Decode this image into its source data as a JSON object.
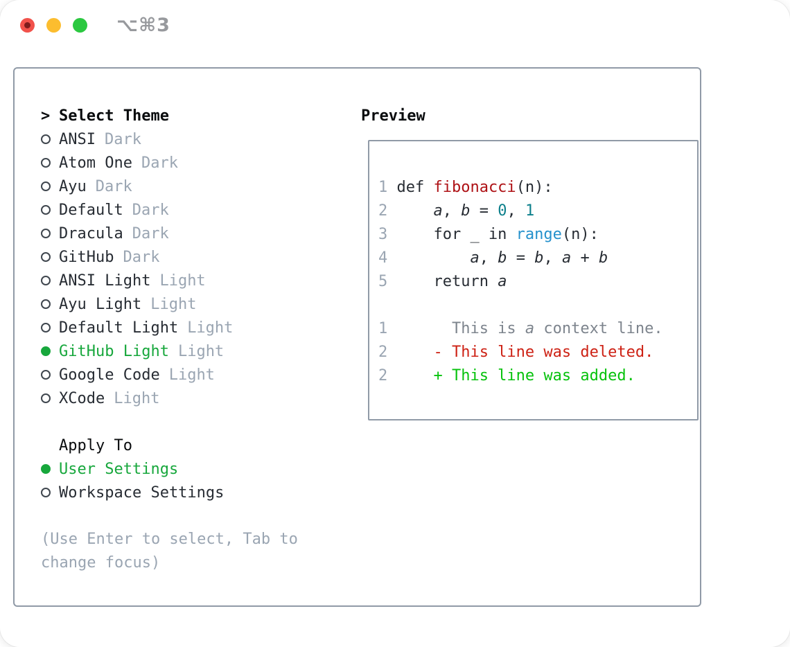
{
  "window": {
    "title": "⌥⌘3"
  },
  "colors": {
    "traffic_red": "#f1524b",
    "traffic_red_dot": "#7e1c1c",
    "traffic_yellow": "#fcbd2f",
    "traffic_green": "#2bc840",
    "title_gray": "#97999d",
    "border_gray": "#909aa7",
    "header_black": "#0a0c0e",
    "text_dark": "#272c33",
    "muted_gray": "#9aa5b2",
    "context_gray": "#7d848d",
    "radio_ring": "#3f464e",
    "selected_green": "#17a73c",
    "added_green": "#06c20c",
    "deleted_red": "#cd2114",
    "function_red": "#ae1115",
    "number_teal": "#0c7f8b",
    "builtin_blue": "#2591cc"
  },
  "theme_section": {
    "header_prefix": ">",
    "header": "Select Theme",
    "items": [
      {
        "name": "ANSI",
        "variant": "Dark",
        "selected": false
      },
      {
        "name": "Atom One",
        "variant": "Dark",
        "selected": false
      },
      {
        "name": "Ayu",
        "variant": "Dark",
        "selected": false
      },
      {
        "name": "Default",
        "variant": "Dark",
        "selected": false
      },
      {
        "name": "Dracula",
        "variant": "Dark",
        "selected": false
      },
      {
        "name": "GitHub",
        "variant": "Dark",
        "selected": false
      },
      {
        "name": "ANSI Light",
        "variant": "Light",
        "selected": false
      },
      {
        "name": "Ayu Light",
        "variant": "Light",
        "selected": false
      },
      {
        "name": "Default Light",
        "variant": "Light",
        "selected": false
      },
      {
        "name": "GitHub Light",
        "variant": "Light",
        "selected": true
      },
      {
        "name": "Google Code",
        "variant": "Light",
        "selected": false
      },
      {
        "name": "XCode",
        "variant": "Light",
        "selected": false
      }
    ]
  },
  "apply_section": {
    "header": "Apply To",
    "items": [
      {
        "name": "User Settings",
        "selected": true
      },
      {
        "name": "Workspace Settings",
        "selected": false
      }
    ]
  },
  "hint": "(Use Enter to select, Tab to change focus)",
  "preview": {
    "header": "Preview",
    "code_lines": [
      {
        "num": "1",
        "segments": [
          {
            "text": "def ",
            "style": "plain"
          },
          {
            "text": "fibonacci",
            "style": "function"
          },
          {
            "text": "(n):",
            "style": "plain"
          }
        ]
      },
      {
        "num": "2",
        "segments": [
          {
            "text": "    ",
            "style": "plain"
          },
          {
            "text": "a",
            "style": "variable"
          },
          {
            "text": ", ",
            "style": "plain"
          },
          {
            "text": "b",
            "style": "variable"
          },
          {
            "text": " = ",
            "style": "plain"
          },
          {
            "text": "0",
            "style": "number"
          },
          {
            "text": ", ",
            "style": "plain"
          },
          {
            "text": "1",
            "style": "number"
          }
        ]
      },
      {
        "num": "3",
        "segments": [
          {
            "text": "    for _ in ",
            "style": "plain"
          },
          {
            "text": "range",
            "style": "builtin"
          },
          {
            "text": "(n):",
            "style": "plain"
          }
        ]
      },
      {
        "num": "4",
        "segments": [
          {
            "text": "        ",
            "style": "plain"
          },
          {
            "text": "a",
            "style": "variable"
          },
          {
            "text": ", ",
            "style": "plain"
          },
          {
            "text": "b",
            "style": "variable"
          },
          {
            "text": " = ",
            "style": "plain"
          },
          {
            "text": "b",
            "style": "variable"
          },
          {
            "text": ", ",
            "style": "plain"
          },
          {
            "text": "a",
            "style": "variable"
          },
          {
            "text": " + ",
            "style": "plain"
          },
          {
            "text": "b",
            "style": "variable"
          }
        ]
      },
      {
        "num": "5",
        "segments": [
          {
            "text": "    return ",
            "style": "plain"
          },
          {
            "text": "a",
            "style": "variable"
          }
        ]
      },
      {
        "num": "",
        "segments": []
      },
      {
        "num": "1",
        "segments": [
          {
            "text": "      This is ",
            "style": "context"
          },
          {
            "text": "a",
            "style": "context-italic"
          },
          {
            "text": " context line.",
            "style": "context"
          }
        ]
      },
      {
        "num": "2",
        "segments": [
          {
            "text": "    - This line was deleted.",
            "style": "deleted"
          }
        ]
      },
      {
        "num": "2",
        "segments": [
          {
            "text": "    + This line was added.",
            "style": "added"
          }
        ]
      }
    ]
  }
}
